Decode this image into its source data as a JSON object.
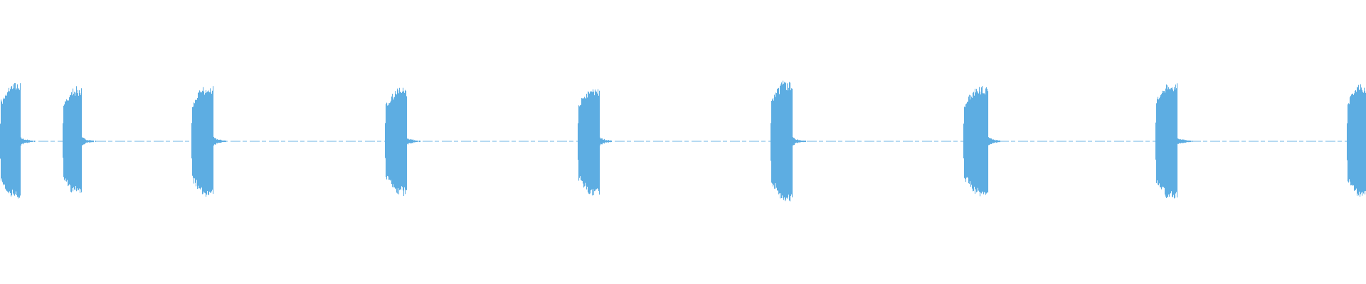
{
  "chart_data": {
    "type": "waveform",
    "color": "#5DADE2",
    "background": "#FFFFFF",
    "amplitude_range": [
      -1,
      1
    ],
    "bursts": [
      {
        "onset": 0.0,
        "duration": 0.015,
        "peak": 0.4
      },
      {
        "onset": 0.046,
        "duration": 0.014,
        "peak": 0.37
      },
      {
        "onset": 0.14,
        "duration": 0.016,
        "peak": 0.38
      },
      {
        "onset": 0.282,
        "duration": 0.016,
        "peak": 0.37
      },
      {
        "onset": 0.423,
        "duration": 0.016,
        "peak": 0.37
      },
      {
        "onset": 0.564,
        "duration": 0.016,
        "peak": 0.42
      },
      {
        "onset": 0.705,
        "duration": 0.018,
        "peak": 0.38
      },
      {
        "onset": 0.846,
        "duration": 0.016,
        "peak": 0.41
      },
      {
        "onset": 0.986,
        "duration": 0.014,
        "peak": 0.39
      }
    ],
    "noise_floor": 0.004
  }
}
